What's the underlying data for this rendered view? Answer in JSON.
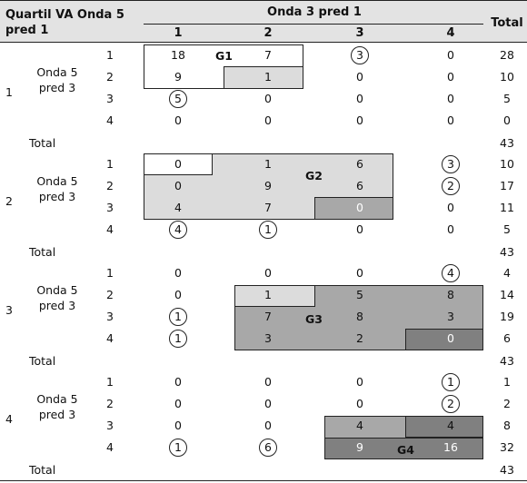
{
  "header": {
    "corner_title": "Quartil VA Onda 5 pred 1",
    "col_group_title": "Onda 3 pred 1",
    "total_label": "Total",
    "cols": [
      "1",
      "2",
      "3",
      "4"
    ]
  },
  "row_label": "Onda 5\npred 3",
  "total_row_label": "Total",
  "groups": [
    {
      "quartile": "1",
      "rows": [
        {
          "sub": "1",
          "cells": [
            "18",
            "7",
            "3",
            "0"
          ],
          "total": "28"
        },
        {
          "sub": "2",
          "cells": [
            "9",
            "1",
            "0",
            "0"
          ],
          "total": "10"
        },
        {
          "sub": "3",
          "cells": [
            "5",
            "0",
            "0",
            "0"
          ],
          "total": "5"
        },
        {
          "sub": "4",
          "cells": [
            "0",
            "0",
            "0",
            "0"
          ],
          "total": "0"
        }
      ],
      "group_total": "43"
    },
    {
      "quartile": "2",
      "rows": [
        {
          "sub": "1",
          "cells": [
            "0",
            "1",
            "6",
            "3"
          ],
          "total": "10"
        },
        {
          "sub": "2",
          "cells": [
            "0",
            "9",
            "6",
            "2"
          ],
          "total": "17"
        },
        {
          "sub": "3",
          "cells": [
            "4",
            "7",
            "0",
            "0"
          ],
          "total": "11"
        },
        {
          "sub": "4",
          "cells": [
            "4",
            "1",
            "0",
            "0"
          ],
          "total": "5"
        }
      ],
      "group_total": "43"
    },
    {
      "quartile": "3",
      "rows": [
        {
          "sub": "1",
          "cells": [
            "0",
            "0",
            "0",
            "4"
          ],
          "total": "4"
        },
        {
          "sub": "2",
          "cells": [
            "0",
            "1",
            "5",
            "8"
          ],
          "total": "14"
        },
        {
          "sub": "3",
          "cells": [
            "1",
            "7",
            "8",
            "3"
          ],
          "total": "19"
        },
        {
          "sub": "4",
          "cells": [
            "1",
            "3",
            "2",
            "0"
          ],
          "total": "6"
        }
      ],
      "group_total": "43"
    },
    {
      "quartile": "4",
      "rows": [
        {
          "sub": "1",
          "cells": [
            "0",
            "0",
            "0",
            "1"
          ],
          "total": "1"
        },
        {
          "sub": "2",
          "cells": [
            "0",
            "0",
            "0",
            "2"
          ],
          "total": "2"
        },
        {
          "sub": "3",
          "cells": [
            "0",
            "0",
            "4",
            "4"
          ],
          "total": "8"
        },
        {
          "sub": "4",
          "cells": [
            "1",
            "6",
            "9",
            "16"
          ],
          "total": "32"
        }
      ],
      "group_total": "43"
    }
  ],
  "cluster_labels": [
    "G1",
    "G2",
    "G3",
    "G4"
  ],
  "circled_cells": [
    {
      "g": 0,
      "r": 0,
      "c": 2
    },
    {
      "g": 0,
      "r": 2,
      "c": 0
    },
    {
      "g": 1,
      "r": 0,
      "c": 3
    },
    {
      "g": 1,
      "r": 1,
      "c": 3
    },
    {
      "g": 1,
      "r": 3,
      "c": 0
    },
    {
      "g": 1,
      "r": 3,
      "c": 1
    },
    {
      "g": 2,
      "r": 0,
      "c": 3
    },
    {
      "g": 2,
      "r": 2,
      "c": 0
    },
    {
      "g": 2,
      "r": 3,
      "c": 0
    },
    {
      "g": 3,
      "r": 0,
      "c": 3
    },
    {
      "g": 3,
      "r": 1,
      "c": 3
    },
    {
      "g": 3,
      "r": 3,
      "c": 0
    },
    {
      "g": 3,
      "r": 3,
      "c": 1
    }
  ],
  "colors": {
    "header_bg": "#e3e3e3",
    "shade_light": "#dcdcdc",
    "shade_mid": "#a8a8a8",
    "shade_dark": "#808080",
    "text_on_shade": "#ffffff",
    "line": "#222222"
  }
}
